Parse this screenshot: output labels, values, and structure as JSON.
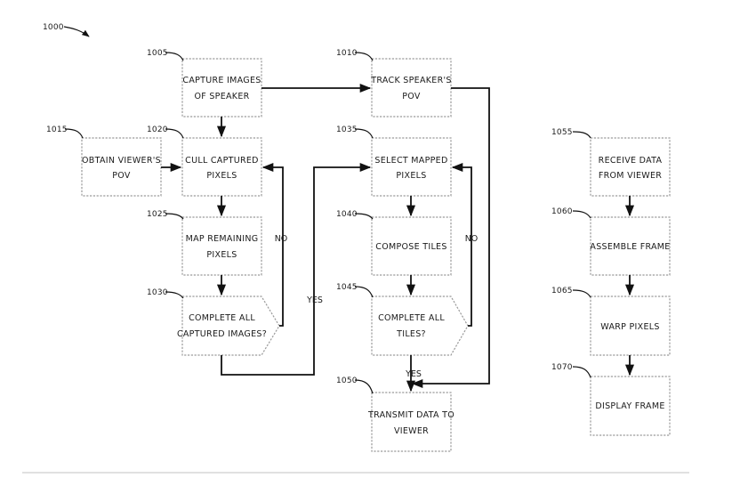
{
  "figure_number": "1000",
  "boxes": {
    "b1005": {
      "ref": "1005",
      "line1": "CAPTURE IMAGES",
      "line2": "OF SPEAKER"
    },
    "b1010": {
      "ref": "1010",
      "line1": "TRACK SPEAKER'S",
      "line2": "POV"
    },
    "b1015": {
      "ref": "1015",
      "line1": "OBTAIN VIEWER'S",
      "line2": "POV"
    },
    "b1020": {
      "ref": "1020",
      "line1": "CULL CAPTURED",
      "line2": "PIXELS"
    },
    "b1025": {
      "ref": "1025",
      "line1": "MAP REMAINING",
      "line2": "PIXELS"
    },
    "b1030": {
      "ref": "1030",
      "line1": "COMPLETE ALL",
      "line2": "CAPTURED IMAGES?"
    },
    "b1035": {
      "ref": "1035",
      "line1": "SELECT MAPPED",
      "line2": "PIXELS"
    },
    "b1040": {
      "ref": "1040",
      "line1": "COMPOSE TILES"
    },
    "b1045": {
      "ref": "1045",
      "line1": "COMPLETE ALL",
      "line2": "TILES?"
    },
    "b1050": {
      "ref": "1050",
      "line1": "TRANSMIT DATA TO",
      "line2": "VIEWER"
    },
    "b1055": {
      "ref": "1055",
      "line1": "RECEIVE DATA",
      "line2": "FROM VIEWER"
    },
    "b1060": {
      "ref": "1060",
      "line1": "ASSEMBLE FRAME"
    },
    "b1065": {
      "ref": "1065",
      "line1": "WARP PIXELS"
    },
    "b1070": {
      "ref": "1070",
      "line1": "DISPLAY FRAME"
    }
  },
  "edge_labels": {
    "no_left": "NO",
    "yes_left": "YES",
    "no_right": "NO",
    "yes_right": "YES"
  }
}
